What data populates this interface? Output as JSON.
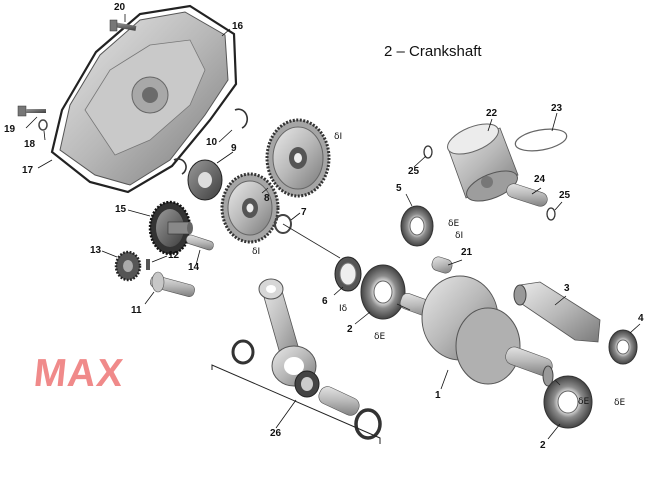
{
  "title": "2 – Crankshaft",
  "watermark": "MAX",
  "callouts": [
    {
      "id": "20",
      "label": "20"
    },
    {
      "id": "16",
      "label": "16"
    },
    {
      "id": "19",
      "label": "19"
    },
    {
      "id": "18",
      "label": "18"
    },
    {
      "id": "17",
      "label": "17"
    },
    {
      "id": "10",
      "label": "10"
    },
    {
      "id": "9",
      "label": "9"
    },
    {
      "id": "8",
      "label": "8"
    },
    {
      "id": "7",
      "label": "7"
    },
    {
      "id": "15",
      "label": "15"
    },
    {
      "id": "13",
      "label": "13"
    },
    {
      "id": "12",
      "label": "12"
    },
    {
      "id": "14",
      "label": "14"
    },
    {
      "id": "11",
      "label": "11"
    },
    {
      "id": "22",
      "label": "22"
    },
    {
      "id": "23",
      "label": "23"
    },
    {
      "id": "25a",
      "label": "25"
    },
    {
      "id": "5",
      "label": "5"
    },
    {
      "id": "24",
      "label": "24"
    },
    {
      "id": "25b",
      "label": "25"
    },
    {
      "id": "21",
      "label": "21"
    },
    {
      "id": "3",
      "label": "3"
    },
    {
      "id": "6",
      "label": "6"
    },
    {
      "id": "2a",
      "label": "2"
    },
    {
      "id": "4",
      "label": "4"
    },
    {
      "id": "1",
      "label": "1"
    },
    {
      "id": "2b",
      "label": "2"
    },
    {
      "id": "26",
      "label": "26"
    }
  ],
  "notes": [
    {
      "id": "n-gear-top",
      "label": "δI"
    },
    {
      "id": "n-gear-low",
      "label": "δI"
    },
    {
      "id": "n-bearing5",
      "label": "δE"
    },
    {
      "id": "n-bushing",
      "label": "δI"
    },
    {
      "id": "n-seal6",
      "label": "Iδ"
    },
    {
      "id": "n-bearing2a",
      "label": "δE"
    },
    {
      "id": "n-bearing2b",
      "label": "δE"
    },
    {
      "id": "n-bearing4",
      "label": "δE"
    }
  ]
}
